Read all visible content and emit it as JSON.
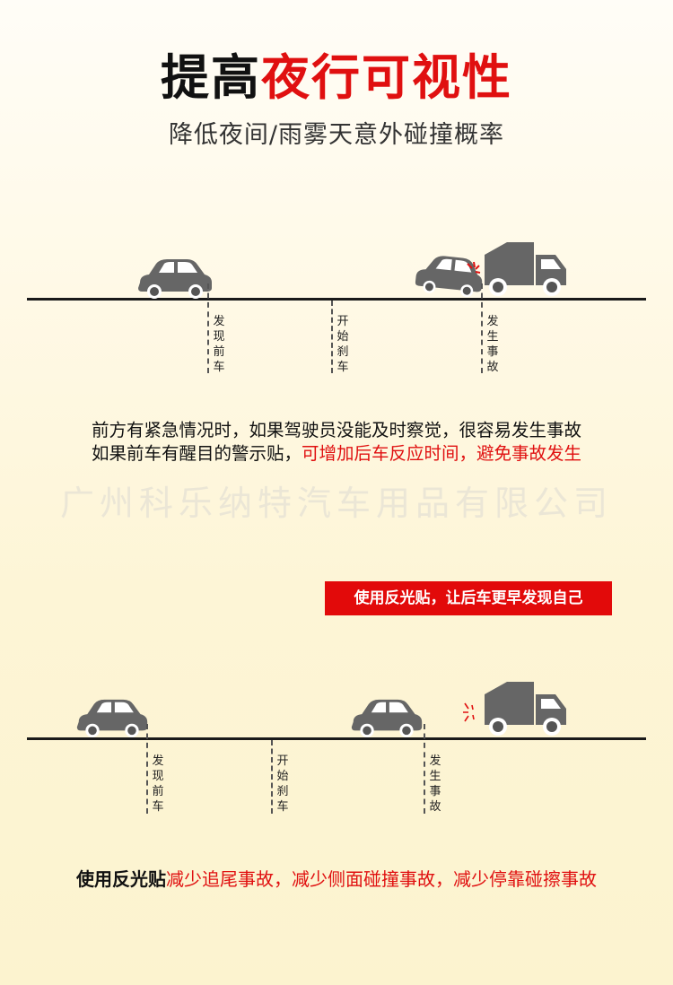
{
  "header": {
    "title_black": "提高",
    "title_red": "夜行可视性",
    "subtitle": "降低夜间/雨雾天意外碰撞概率"
  },
  "scene1": {
    "markers": [
      "发现前车",
      "开始刹车",
      "发生事故"
    ]
  },
  "paragraph": {
    "line1": "前方有紧急情况时，如果驾驶员没能及时察觉，很容易发生事故",
    "line2_black": "如果前车有醒目的警示贴，",
    "line2_red": "可增加后车反应时间，避免事故发生"
  },
  "watermark": "广州科乐纳特汽车用品有限公司",
  "badge": "使用反光贴，让后车更早发现自己",
  "scene2": {
    "markers": [
      "发现前车",
      "开始刹车",
      "发生事故"
    ]
  },
  "bottom": {
    "black": "使用反光贴",
    "red": "减少追尾事故，减少侧面碰撞事故，减少停靠碰擦事故"
  },
  "colors": {
    "accent_red": "#e01010",
    "vehicle_gray": "#666666",
    "road": "#1a1a1a"
  }
}
